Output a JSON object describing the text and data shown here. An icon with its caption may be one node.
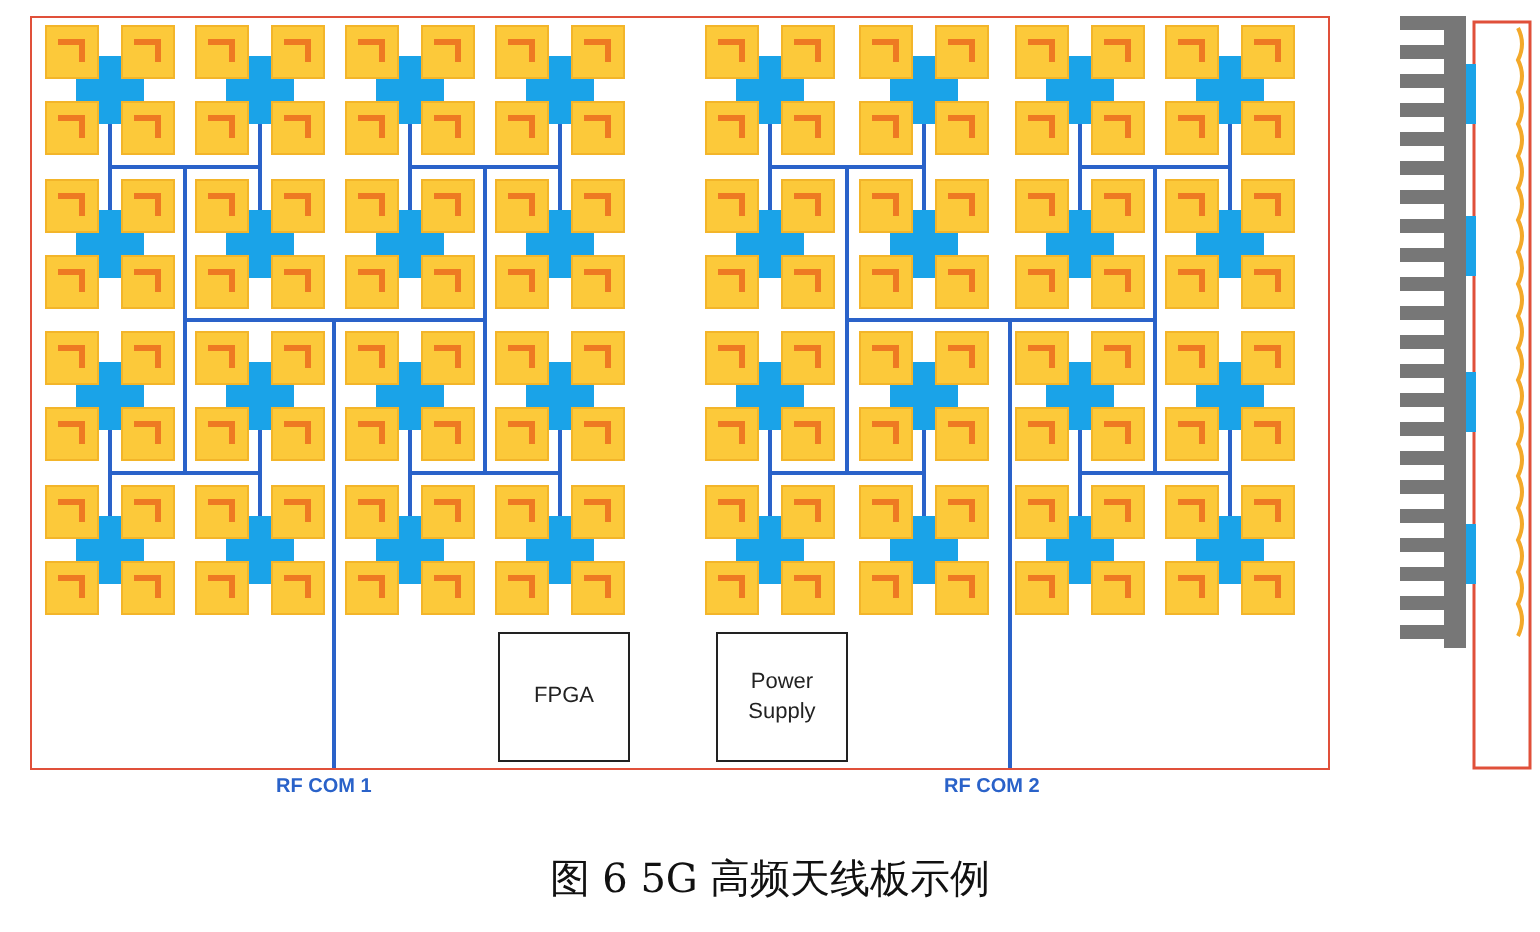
{
  "diagram": {
    "caption": "图 6 5G 高频天线板示例",
    "nodes": [
      {
        "text": [],
        "shape": "box"
      },
      {
        "text": [
          "FPGA"
        ],
        "in": 0
      },
      {
        "text": [
          "Power Supply"
        ],
        "in": 0
      }
    ],
    "labels": [
      "RF COM 1",
      "RF COM 2"
    ]
  }
}
